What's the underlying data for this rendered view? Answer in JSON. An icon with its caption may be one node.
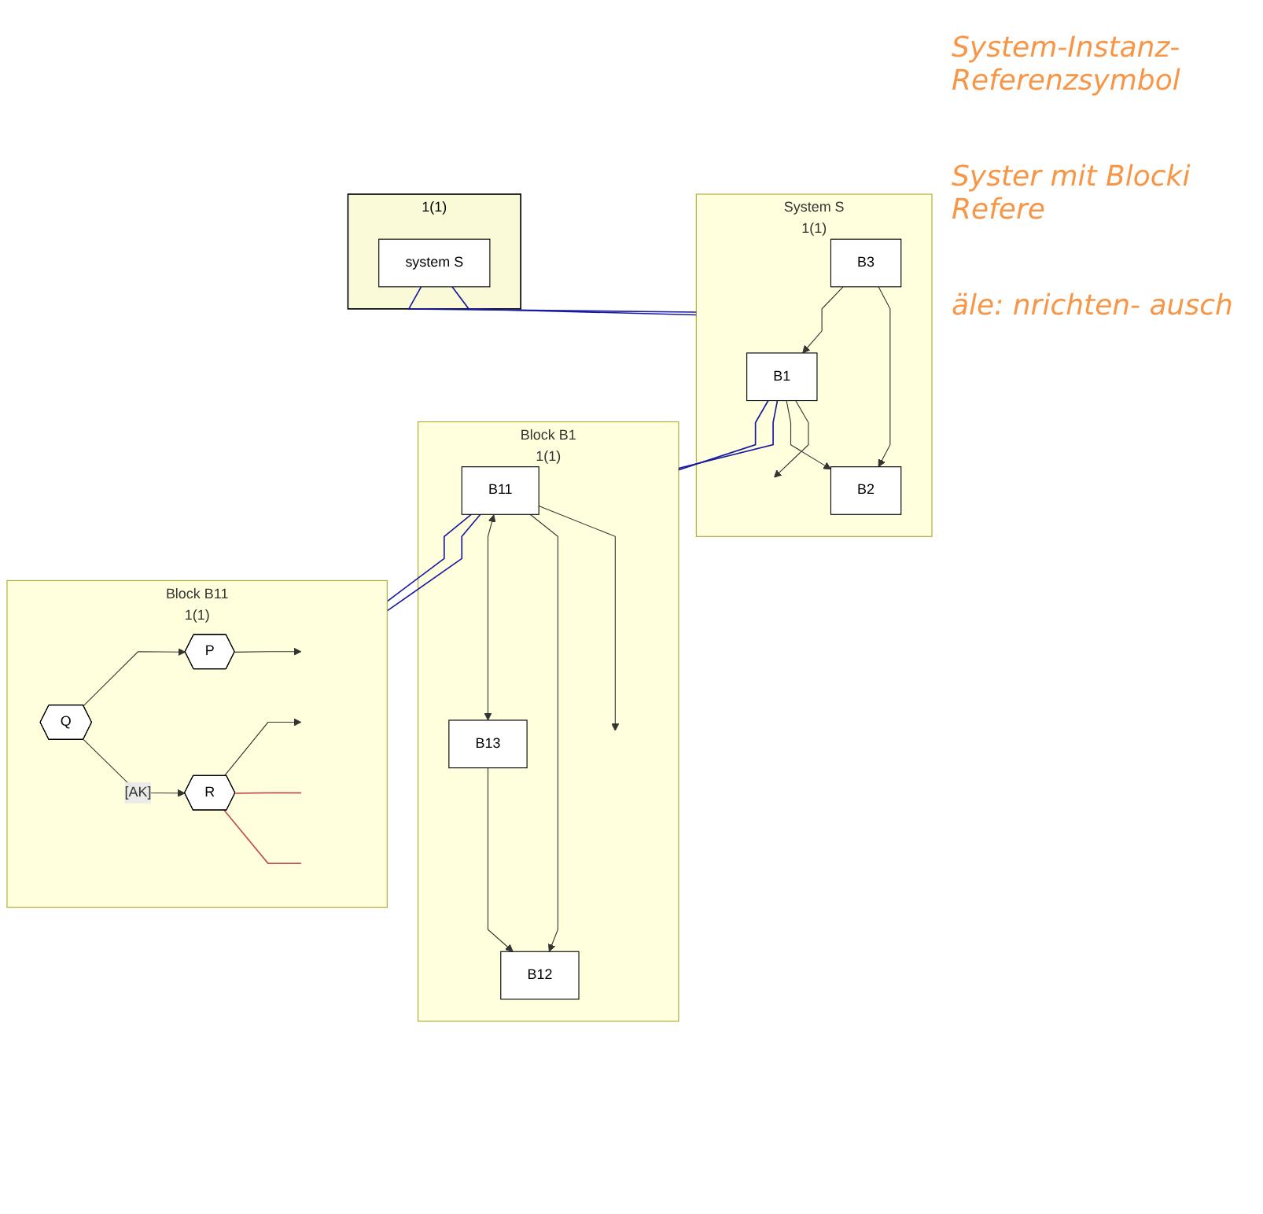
{
  "diagram": {
    "nodes": [
      {
        "text": [
          "1(1)"
        ]
      },
      {
        "text": [
          "system  S"
        ],
        "in": 0
      },
      {
        "text": [
          "System  S",
          "1(1)"
        ]
      },
      {
        "text": [
          "B1"
        ],
        "in": 2
      },
      {
        "text": [
          "B2"
        ],
        "in": 2
      },
      {
        "text": [
          "B3"
        ],
        "in": 2
      },
      {
        "text": [
          "Block  B1",
          "1(1)"
        ]
      },
      {
        "text": [
          "B11"
        ],
        "in": 6
      },
      {
        "text": [
          "B12"
        ],
        "in": 6
      },
      {
        "text": [
          "B13"
        ],
        "in": 6
      },
      {
        "text": [
          "Block  B11",
          "1(1)"
        ]
      },
      {
        "text": [
          "P"
        ],
        "in": 10
      },
      {
        "text": [
          "Q"
        ],
        "in": 10
      },
      {
        "text": [
          "R"
        ],
        "in": 10
      }
    ],
    "edges": [
      {
        "from": 1,
        "to": 2,
        "arrow": "none",
        "color": "#1a1aa0"
      },
      {
        "from": 1,
        "to": 2,
        "arrow": "none",
        "color": "#1a1aa0"
      },
      {
        "from": 3,
        "to": null,
        "arrow": "to"
      },
      {
        "from": 3,
        "to": 4,
        "arrow": "to"
      },
      {
        "from": 5,
        "to": 4,
        "arrow": "to"
      },
      {
        "from": 5,
        "to": 3,
        "arrow": "to"
      },
      {
        "from": 3,
        "to": 6,
        "arrow": "none",
        "color": "#1a1aa0"
      },
      {
        "from": 3,
        "to": 6,
        "arrow": "none",
        "color": "#1a1aa0"
      },
      {
        "from": 7,
        "to": null,
        "arrow": "to"
      },
      {
        "from": 7,
        "to": 8,
        "arrow": "to"
      },
      {
        "from": 9,
        "to": 8,
        "arrow": "to"
      },
      {
        "from": 7,
        "to": 9,
        "arrow": "both"
      },
      {
        "from": 7,
        "to": 10,
        "arrow": "none",
        "color": "#1a1aa0"
      },
      {
        "from": 7,
        "to": 10,
        "arrow": "none",
        "color": "#1a1aa0"
      },
      {
        "from": 11,
        "to": null,
        "arrow": "to"
      },
      {
        "from": 12,
        "to": 11,
        "arrow": "to"
      },
      {
        "from": 12,
        "to": 13,
        "arrow": "to",
        "label": "[AK]"
      },
      {
        "from": 13,
        "to": null,
        "arrow": "to"
      },
      {
        "from": 13,
        "to": null,
        "arrow": "none",
        "color": "#c0504d"
      },
      {
        "from": 13,
        "to": null,
        "arrow": "none",
        "color": "#c0504d"
      }
    ],
    "labels": [
      "System-Instanz- Referenzsymbol",
      "Syster mit Blocki Refere",
      "äle: nrichten- ausch"
    ]
  }
}
